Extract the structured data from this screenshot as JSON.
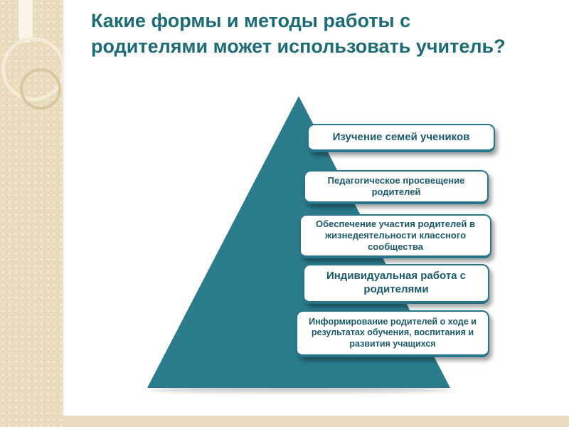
{
  "slide": {
    "title_lines": [
      "Какие формы и методы работы с",
      "родителями может использовать учитель?"
    ]
  },
  "pyramid": {
    "items": [
      {
        "label": "Изучение семей учеников"
      },
      {
        "label": "Педагогическое просвещение родителей"
      },
      {
        "label": "Обеспечение участия родителей в жизнедеятельности классного сообщества"
      },
      {
        "label": "Индивидуальная работа с родителями"
      },
      {
        "label": "Информирование родителей о ходе и результатах обучения, воспитания и развития учащихся"
      }
    ]
  },
  "colors": {
    "pyramid_teal": "#2a7b8c",
    "box_border_teal": "#27758a",
    "title_teal": "#1d6b76",
    "box_text_teal": "#1b5a6b",
    "sidebar_beige": "#e9dcbd"
  }
}
